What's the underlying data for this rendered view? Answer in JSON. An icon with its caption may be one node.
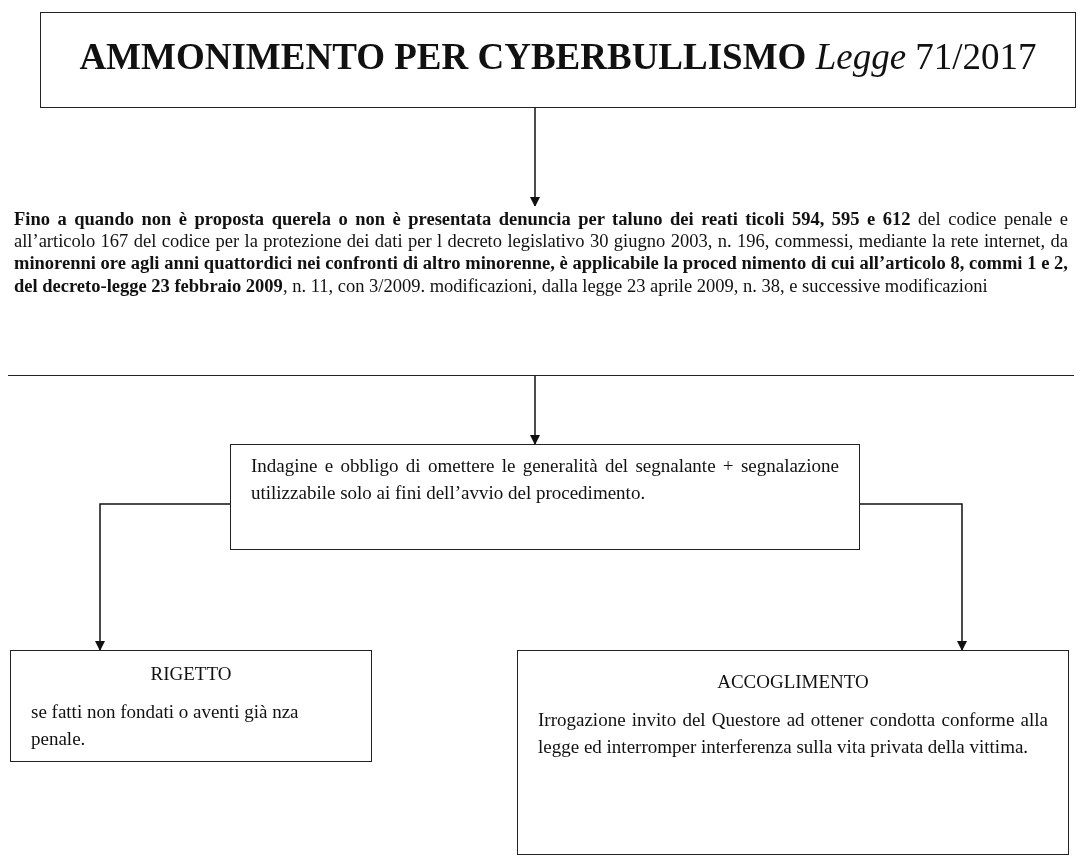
{
  "diagram": {
    "nodes": [
      {
        "text": [
          "**AMMONIMENTO PER CYBERBULLISMO** *Legge* 71/2017"
        ]
      },
      {
        "text": [
          "**Fino a quando non è proposta querela o non è presentata denuncia per taluno dei reati ticoli 594, 595 e 612** del codice penale e all’articolo 167 del codice per la protezione dei dati per l decreto legislativo 30 giugno 2003, n. 196, commessi, mediante la rete internet, da **minorenni ore agli anni quattordici nei confronti di altro minorenne, è applicabile la proced nimento di cui all’articolo 8, commi 1 e 2, del decreto-legge 23 febbraio 2009**, n. 11, con 3/2009. modificazioni, dalla legge 23 aprile 2009, n. 38, e successive modificazioni"
        ]
      },
      {
        "text": [
          "Indagine e obbligo di omettere le generalità del segnalante + segnalazione utilizzabile solo ai fini dell’avvio del procedimento."
        ]
      },
      {
        "text": [
          "RIGETTO",
          "se fatti non fondati o aventi già nza penale."
        ]
      },
      {
        "text": [
          "ACCOGLIMENTO",
          "Irrogazione invito del Questore ad ottener condotta conforme alla legge ed interromper interferenza sulla vita privata della vittima."
        ]
      }
    ],
    "edges": [
      {
        "from": 0,
        "to": 1,
        "arrow": "to"
      },
      {
        "from": 1,
        "to": 2,
        "arrow": "to"
      },
      {
        "from": 2,
        "to": 3,
        "arrow": "to"
      },
      {
        "from": 2,
        "to": 4,
        "arrow": "to"
      }
    ]
  }
}
